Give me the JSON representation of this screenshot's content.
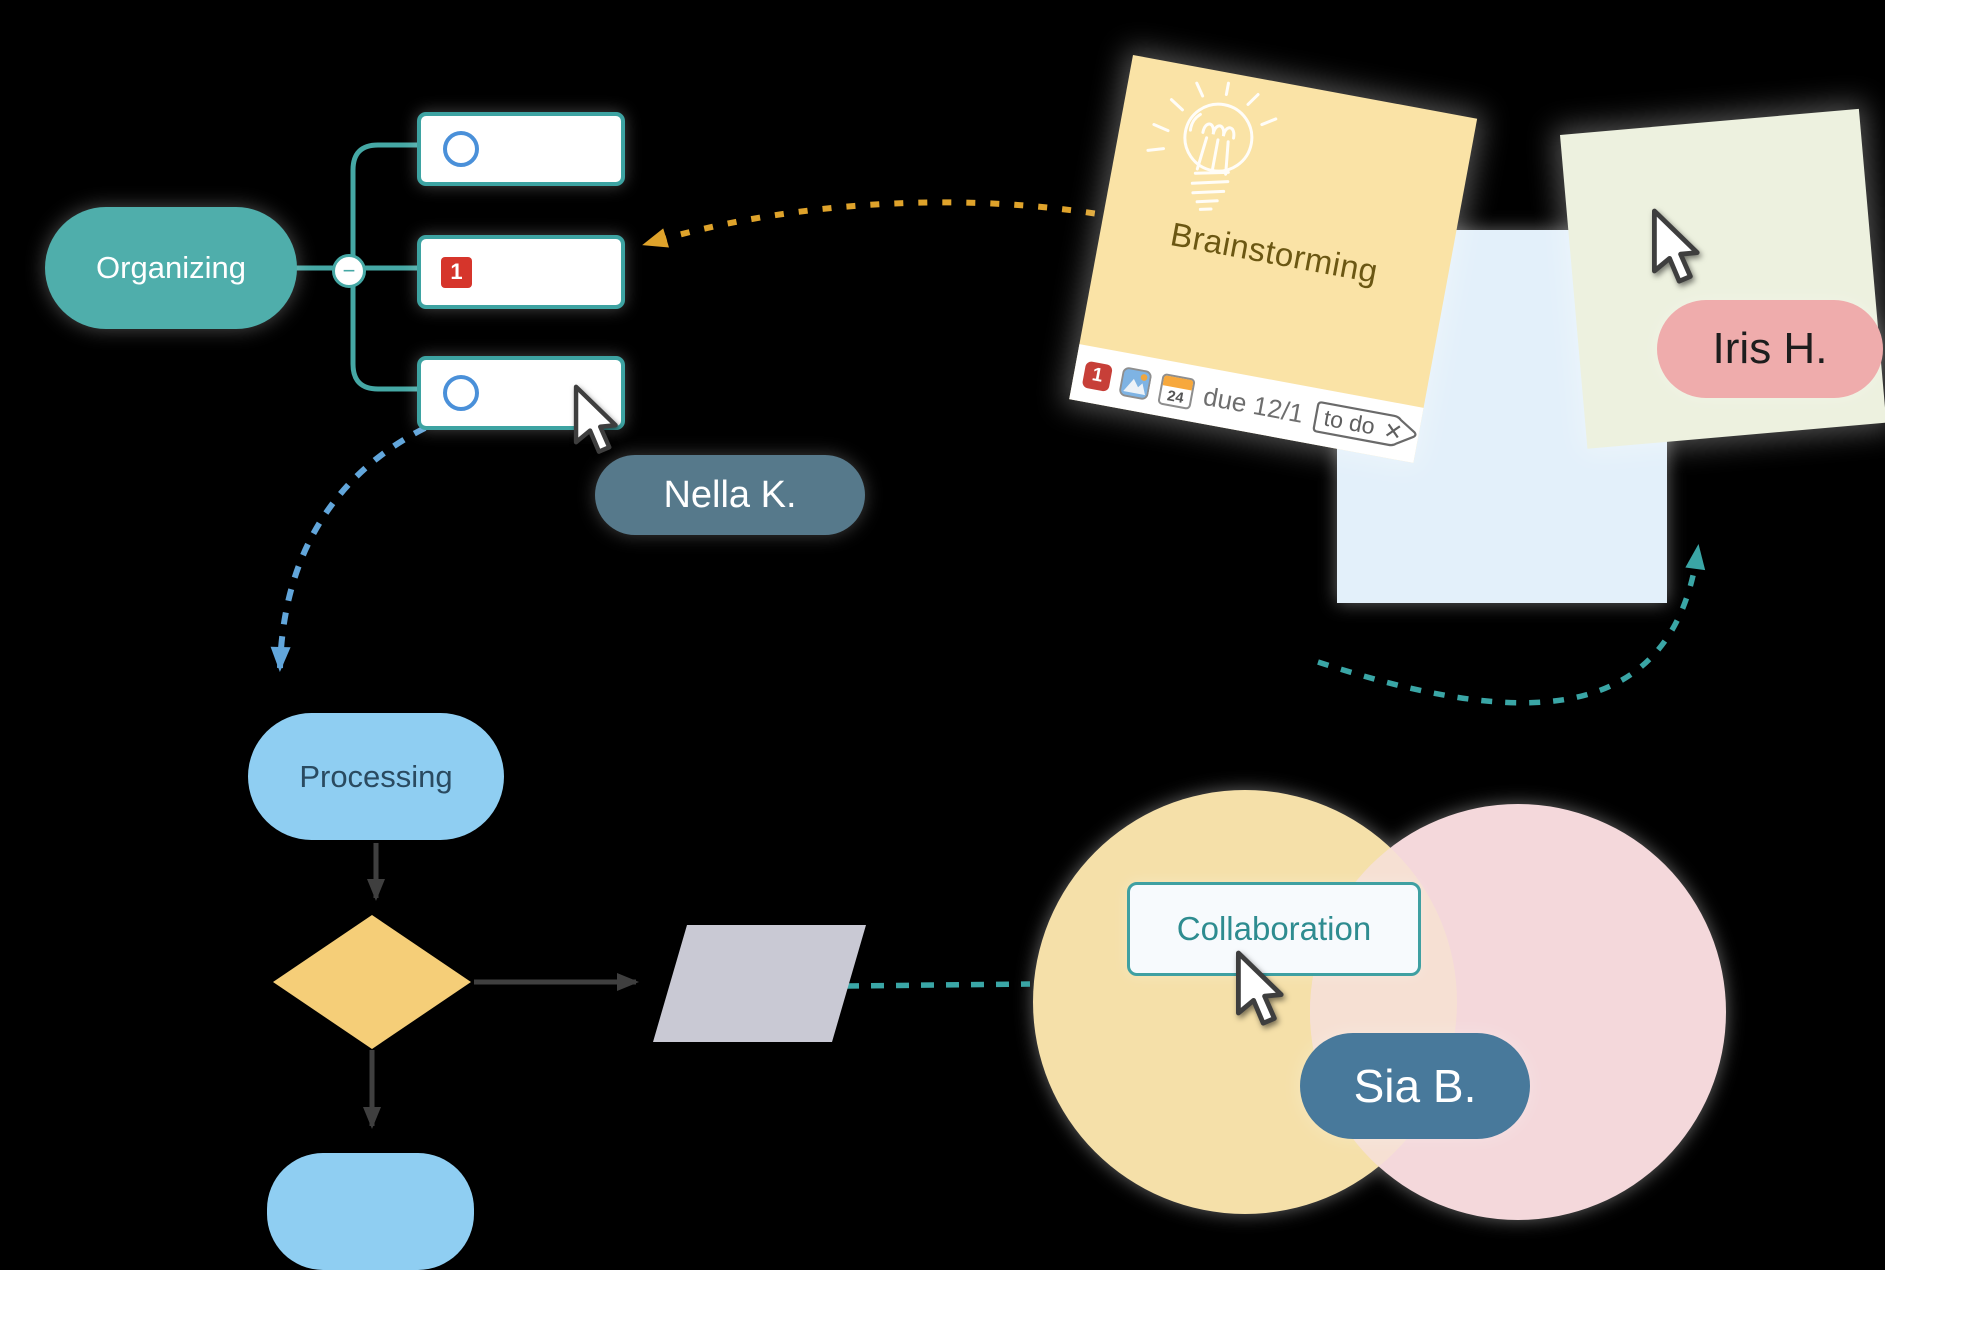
{
  "mindmap": {
    "root_label": "Organizing",
    "collapse_symbol": "−",
    "branch_badge": "1"
  },
  "flowchart": {
    "start_label": "Processing"
  },
  "sticky_card": {
    "title": "Brainstorming",
    "count_badge": "1",
    "calendar_day": "24",
    "due_label": "due 12/1",
    "tag_label": "to do",
    "tag_close": "✕"
  },
  "venn": {
    "button_label": "Collaboration"
  },
  "users": {
    "nella": "Nella K.",
    "iris": "Iris H.",
    "sia": "Sia B."
  },
  "colors": {
    "mindmap_teal": "#45A8A5",
    "node_border_teal": "#3DA3A2",
    "radio_blue": "#4A90D9",
    "badge_red": "#D6352B",
    "flow_blue": "#8FCEF2",
    "flow_text": "#2A4A60",
    "diamond_yellow": "#F5CE78",
    "parallelogram_gray": "#C9C9D4",
    "flow_arrow_gray": "#3F3F3F",
    "orange_dashed": "#DFA32B",
    "blue_dashed": "#62A6DB",
    "teal_dashed": "#3AA6A6",
    "venn_yellow": "#F5E0A9",
    "venn_pink": "#F4D8DB",
    "venn_overlap": "#F6E0D3",
    "card_yellow": "#FAE3A6",
    "card_title": "#6B5713",
    "note_green": "#EDF1DF",
    "square_blue": "#E3F0FA",
    "nella_pill": "#56798B",
    "iris_pill": "#EFACAC",
    "sia_pill": "#48799B",
    "collab_teal": "#2E8C90"
  }
}
